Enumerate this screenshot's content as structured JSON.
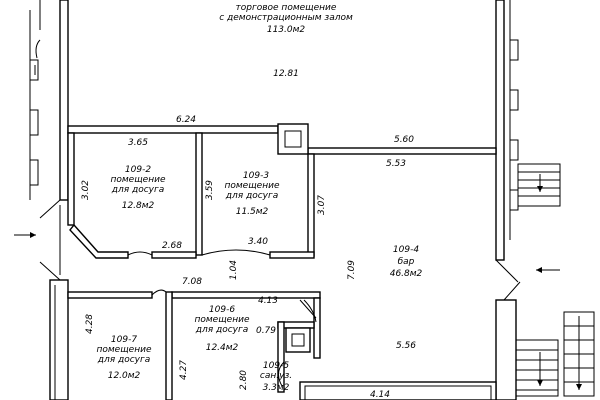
{
  "rooms": {
    "top": {
      "line1": "торговое помещение",
      "line2": "с демонстрационным залом",
      "area": "113.0м2"
    },
    "r109_2": {
      "id": "109-2",
      "line1": "помещение",
      "line2": "для досуга",
      "area": "12.8м2"
    },
    "r109_3": {
      "id": "109-3",
      "line1": "помещение",
      "line2": "для досуга",
      "area": "11.5м2"
    },
    "r109_4": {
      "id": "109-4",
      "line1": "бар",
      "area": "46.8м2"
    },
    "r109_5": {
      "id": "109-5",
      "line1": "сан.уз.",
      "area": "3.3м2"
    },
    "r109_6": {
      "id": "109-6",
      "line1": "помещение",
      "line2": "для досуга",
      "area": "12.4м2"
    },
    "r109_7": {
      "id": "109-7",
      "line1": "помещение",
      "line2": "для досуга",
      "area": "12.0м2"
    }
  },
  "dimensions": {
    "d1281": "12.81",
    "d624": "6.24",
    "d365": "3.65",
    "d560": "5.60",
    "d553": "5.53",
    "d302": "3.02",
    "d359": "3.59",
    "d307": "3.07",
    "d268": "2.68",
    "d340": "3.40",
    "d709": "7.09",
    "d104": "1.04",
    "d708": "7.08",
    "d413": "4.13",
    "d428": "4.28",
    "d079": "0.79",
    "d556": "5.56",
    "d427": "4.27",
    "d280": "2.80",
    "d414": "4.14"
  }
}
